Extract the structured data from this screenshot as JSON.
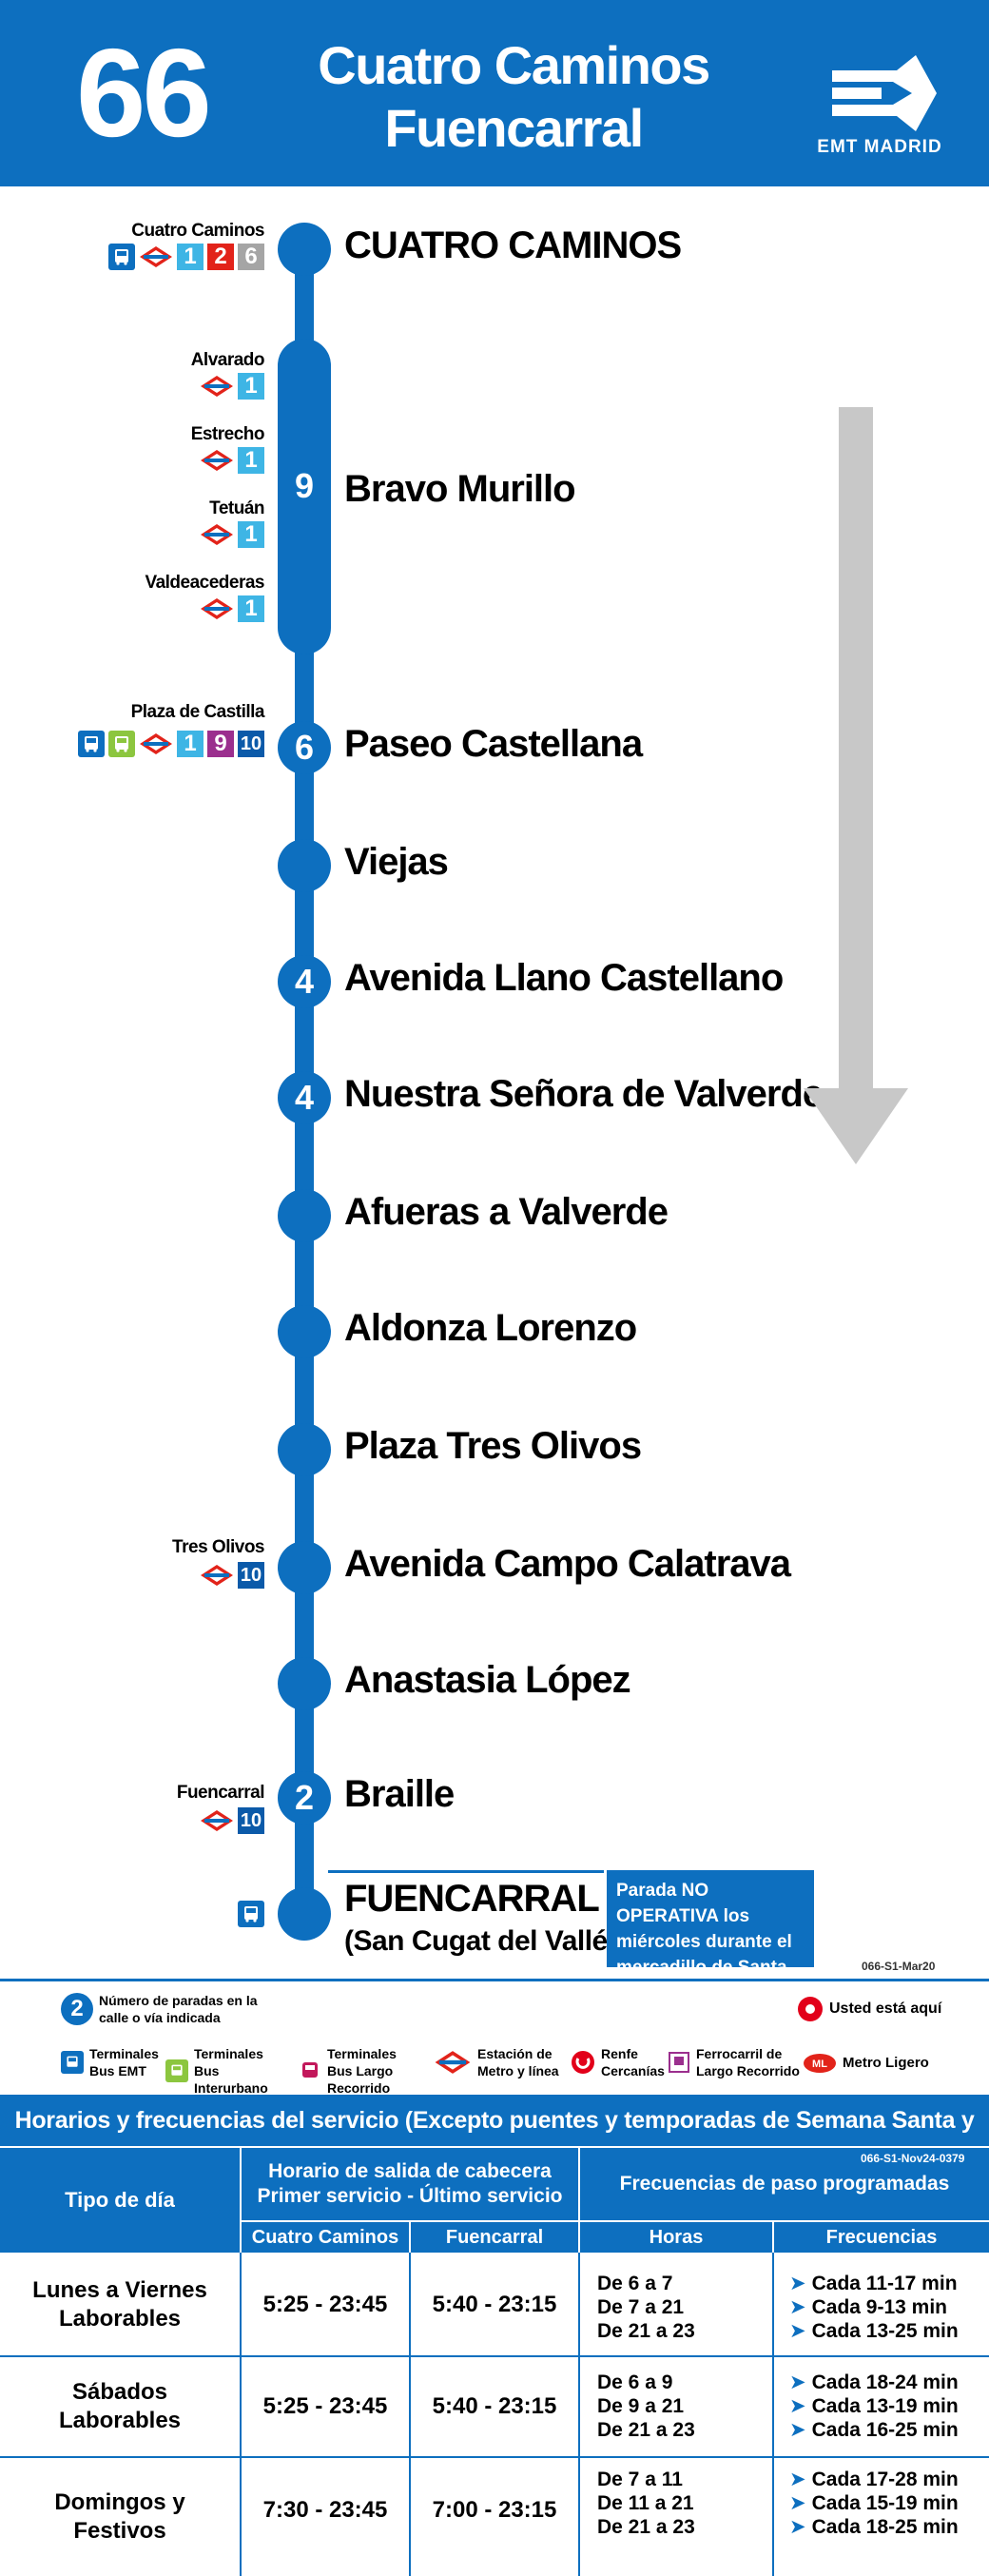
{
  "header": {
    "route_number": "66",
    "title_line1": "Cuatro Caminos",
    "title_line2": "Fuencarral",
    "brand": "EMT MADRID"
  },
  "stops": [
    {
      "name": "CUATRO CAMINOS",
      "count": ""
    },
    {
      "name": "Bravo Murillo",
      "count": "9"
    },
    {
      "name": "Paseo Castellana",
      "count": "6"
    },
    {
      "name": "Viejas",
      "count": ""
    },
    {
      "name": "Avenida Llano Castellano",
      "count": "4"
    },
    {
      "name": "Nuestra Señora de Valverde",
      "count": "4"
    },
    {
      "name": "Afueras a Valverde",
      "count": ""
    },
    {
      "name": "Aldonza Lorenzo",
      "count": ""
    },
    {
      "name": "Plaza Tres Olivos",
      "count": ""
    },
    {
      "name": "Avenida Campo Calatrava",
      "count": ""
    },
    {
      "name": "Anastasia López",
      "count": ""
    },
    {
      "name": "Braille",
      "count": "2"
    },
    {
      "name": "FUENCARRAL",
      "count": ""
    }
  ],
  "terminus_subtitle": "(San Cugat del Vallés)",
  "notice": "Parada NO OPERATIVA los miércoles durante el mercadillo de Santa Ana",
  "connections": [
    {
      "station": "Cuatro Caminos",
      "lines": [
        "1",
        "2",
        "6"
      ]
    },
    {
      "station": "Alvarado",
      "lines": [
        "1"
      ]
    },
    {
      "station": "Estrecho",
      "lines": [
        "1"
      ]
    },
    {
      "station": "Tetuán",
      "lines": [
        "1"
      ]
    },
    {
      "station": "Valdeacederas",
      "lines": [
        "1"
      ]
    },
    {
      "station": "Plaza de Castilla",
      "lines": [
        "1",
        "9",
        "10"
      ]
    },
    {
      "station": "Tres Olivos",
      "lines": [
        "10"
      ]
    },
    {
      "station": "Fuencarral",
      "lines": [
        "10"
      ]
    }
  ],
  "metro_line_colors": {
    "1": "#3eb5e5",
    "2": "#e2231a",
    "6": "#a5a5a5",
    "9": "#9b2f8e",
    "10": "#0b5aa9"
  },
  "map_code": "066-S1-Mar20",
  "legend": {
    "stops_count": "Número de paradas en la calle o vía indicada",
    "stops_count_example": "2",
    "you_are_here": "Usted está aquí",
    "items": [
      "Terminales Bus EMT",
      "Terminales Bus Interurbano",
      "Terminales Bus Largo Recorrido",
      "Estación de Metro y línea",
      "Renfe Cercanías",
      "Ferrocarril de Largo Recorrido",
      "Metro Ligero"
    ]
  },
  "timetable": {
    "title": "Horarios y frecuencias del servicio (Excepto puentes y temporadas de Semana Santa y Verano)",
    "code": "066-S1-Nov24-0379",
    "col_day_type": "Tipo de día",
    "col_first_last_1": "Horario de salida de cabecera",
    "col_first_last_2": "Primer servicio - Último servicio",
    "col_frequencies": "Frecuencias de paso programadas",
    "col_origin": "Cuatro Caminos",
    "col_destination": "Fuencarral",
    "col_hours": "Horas",
    "col_freq": "Frecuencias",
    "rows": [
      {
        "day_line1": "Lunes a Viernes",
        "day_line2": "Laborables",
        "origin": "5:25 - 23:45",
        "destination": "5:40 - 23:15",
        "hours": [
          "De 6 a 7",
          "De 7 a 21",
          "De 21 a 23"
        ],
        "freqs": [
          "Cada 11-17 min",
          "Cada 9-13 min",
          "Cada 13-25 min"
        ]
      },
      {
        "day_line1": "Sábados",
        "day_line2": "Laborables",
        "origin": "5:25 - 23:45",
        "destination": "5:40 - 23:15",
        "hours": [
          "De 6 a 9",
          "De 9 a 21",
          "De 21 a 23"
        ],
        "freqs": [
          "Cada 18-24 min",
          "Cada 13-19 min",
          "Cada 16-25 min"
        ]
      },
      {
        "day_line1": "Domingos y",
        "day_line2": "Festivos",
        "origin": "7:30 - 23:45",
        "destination": "7:00 - 23:15",
        "hours": [
          "De 7 a 11",
          "De 11 a 21",
          "De 21 a 23"
        ],
        "freqs": [
          "Cada 17-28 min",
          "Cada 15-19 min",
          "Cada 18-25 min"
        ]
      }
    ]
  }
}
